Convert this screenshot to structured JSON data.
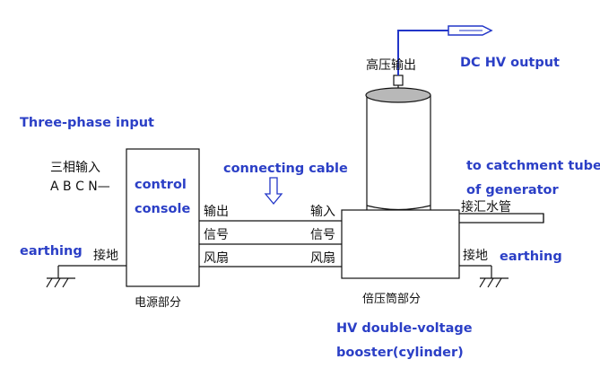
{
  "english_labels": {
    "three_phase_input": "Three-phase input",
    "control_console_1": "control",
    "control_console_2": "console",
    "connecting_cable": "connecting cable",
    "earthing_left": "earthing",
    "earthing_right": "earthing",
    "dc_hv_output": "DC HV output",
    "catchment_tube_1": "to catchment tube",
    "catchment_tube_2": "of generator",
    "booster_1": "HV double-voltage",
    "booster_2": "booster(cylinder)"
  },
  "chinese_labels": {
    "three_phase_in": "三相输入",
    "abcn": "A B C N—",
    "ground_left": "接地",
    "power_section": "电源部分",
    "output": "输出",
    "signal_left": "信号",
    "fan_left": "风扇",
    "input": "输入",
    "signal_right": "信号",
    "fan_right": "风扇",
    "hv_output": "高压输出",
    "catchment_pipe": "接汇水管",
    "ground_right": "接地",
    "booster_section": "倍压筒部分"
  },
  "colors": {
    "annotation_text": "#2b3fc6",
    "hv_lead": "#2236c8",
    "cylinder_top": "#b8b8b8",
    "lines": "#111111"
  }
}
